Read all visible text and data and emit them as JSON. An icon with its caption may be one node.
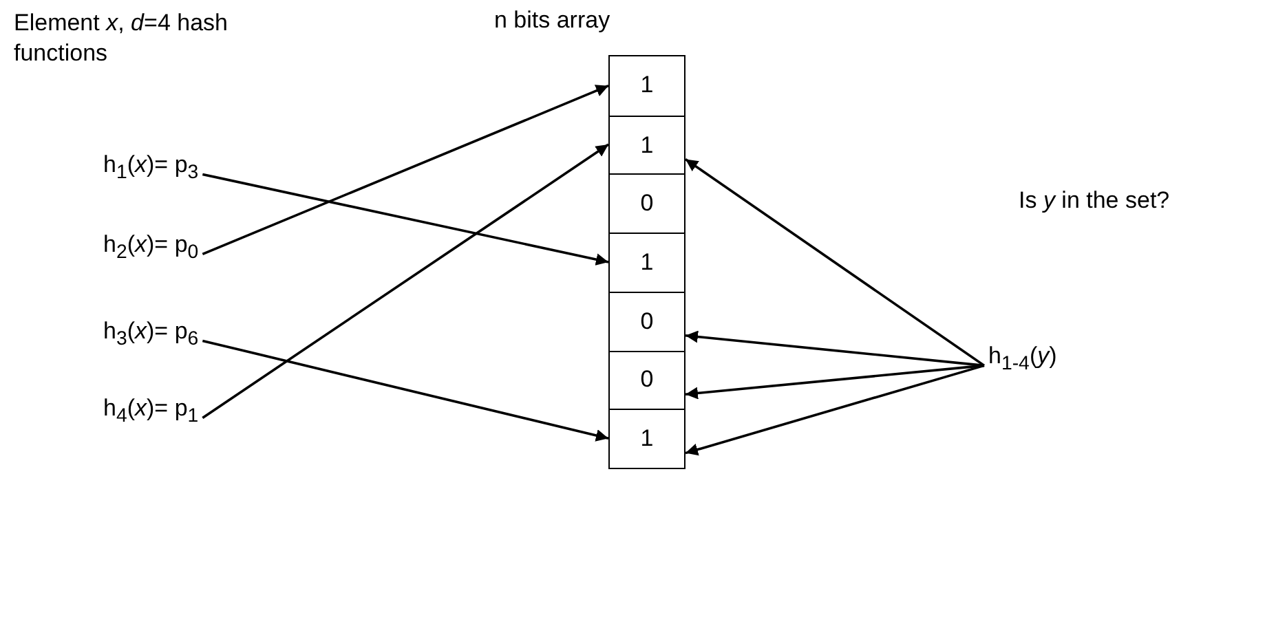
{
  "diagram": {
    "nodes": [
      {
        "text": [
          "n bits array"
        ]
      },
      {
        "text": [
          "1"
        ],
        "in": 0
      },
      {
        "text": [
          "1"
        ],
        "in": 0
      },
      {
        "text": [
          "0"
        ],
        "in": 0
      },
      {
        "text": [
          "1"
        ],
        "in": 0
      },
      {
        "text": [
          "0"
        ],
        "in": 0
      },
      {
        "text": [
          "0"
        ],
        "in": 0
      },
      {
        "text": [
          "1"
        ],
        "in": 0
      },
      {
        "text": [
          "h$_{1}$(*x*)= p$_{3}$"
        ]
      },
      {
        "text": [
          "h$_{2}$(*x*)= p$_{0}$"
        ]
      },
      {
        "text": [
          "h$_{3}$(*x*)= p$_{6}$"
        ]
      },
      {
        "text": [
          "h$_{4}$(*x*)= p$_{1}$"
        ]
      },
      {
        "text": [
          "h$_{1-4}$(*y*)"
        ]
      }
    ],
    "edges": [
      {
        "from": 8,
        "to": 4,
        "arrow": "to"
      },
      {
        "from": 9,
        "to": 1,
        "arrow": "to"
      },
      {
        "from": 10,
        "to": 7,
        "arrow": "to"
      },
      {
        "from": 11,
        "to": 2,
        "arrow": "to"
      },
      {
        "from": 12,
        "to": 2,
        "arrow": "to"
      },
      {
        "from": 12,
        "to": 5,
        "arrow": "to"
      },
      {
        "from": 12,
        "to": 6,
        "arrow": "to"
      },
      {
        "from": 12,
        "to": 7,
        "arrow": "to"
      }
    ],
    "labels": [
      "Element *x*, *d*=4 hash functions",
      "Is *y* in the set?"
    ]
  }
}
